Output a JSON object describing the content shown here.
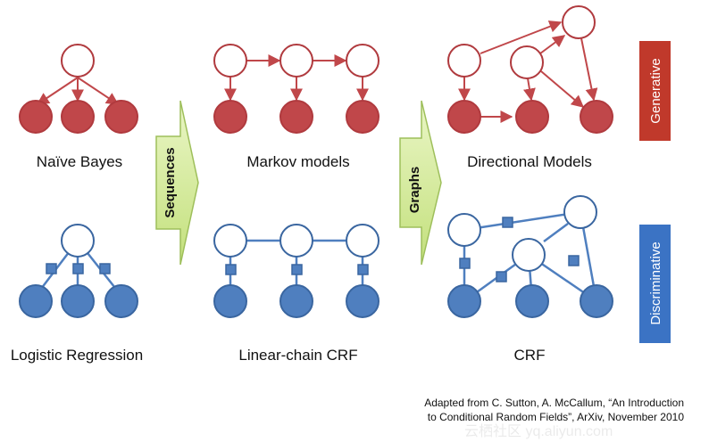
{
  "colors": {
    "red_fill": "#c0474a",
    "red_stroke": "#b03a3e",
    "blue_fill": "#4f7fbf",
    "blue_stroke": "#3a66a0",
    "arrow_fill_top": "#eaf6c6",
    "arrow_fill_bottom": "#c3e07c",
    "arrow_stroke": "#9ebf5b",
    "generative_badge": "#c0392b",
    "discriminative_badge": "#3b73c4"
  },
  "models": {
    "naive_bayes": "Naïve Bayes",
    "markov": "Markov models",
    "directional": "Directional Models",
    "logistic": "Logistic Regression",
    "linear_crf": "Linear-chain CRF",
    "crf": "CRF"
  },
  "arrows": {
    "sequences": "Sequences",
    "graphs": "Graphs"
  },
  "badges": {
    "generative": "Generative",
    "discriminative": "Discriminative"
  },
  "citation": {
    "line1": "Adapted from C. Sutton, A. McCallum, “An Introduction",
    "line2": "to Conditional Random Fields”, ArXiv, November 2010"
  },
  "watermark": "云栖社区 yq.aliyun.com"
}
